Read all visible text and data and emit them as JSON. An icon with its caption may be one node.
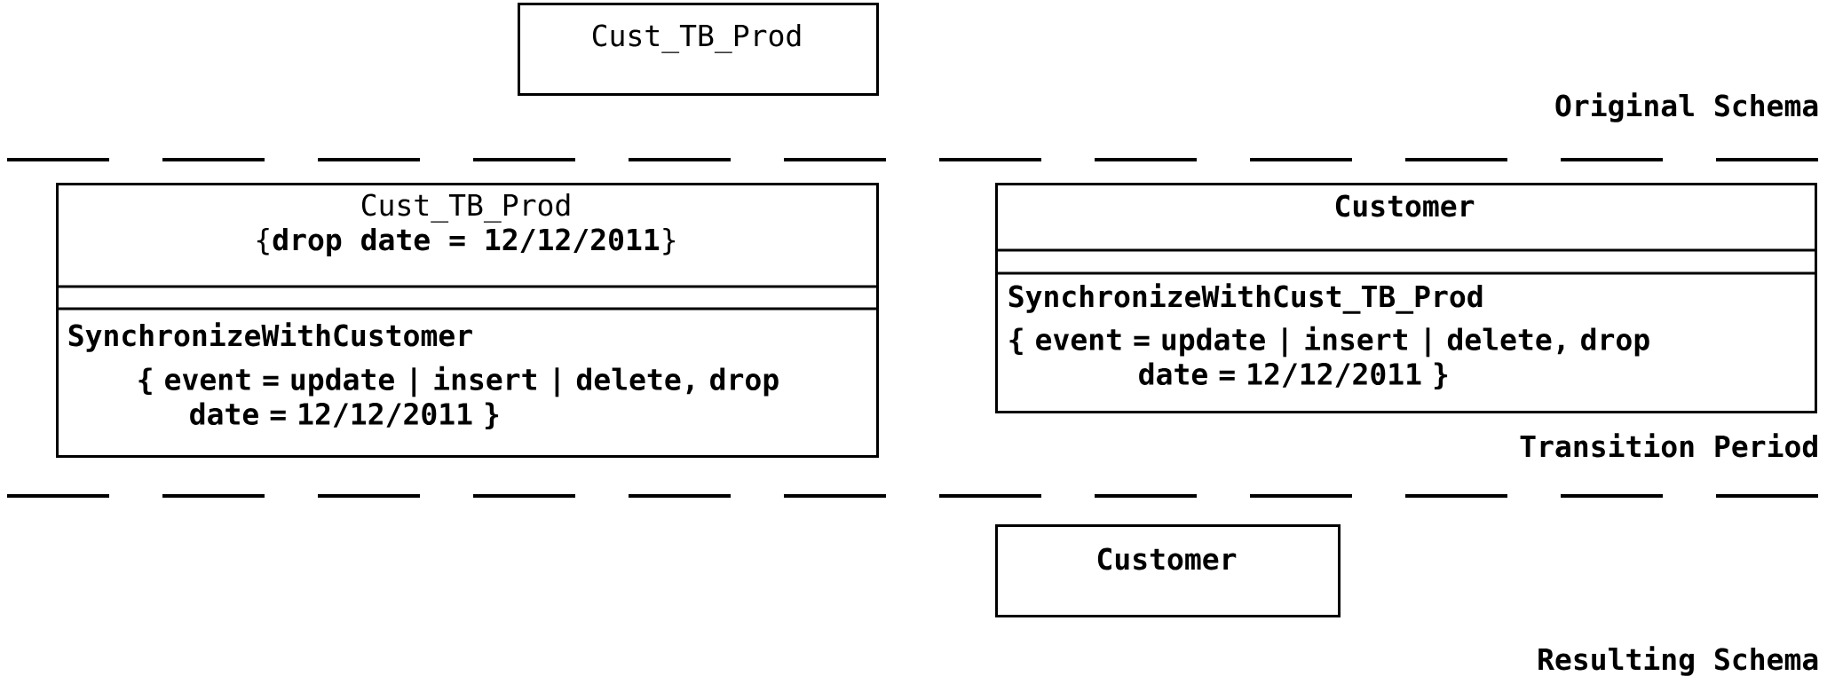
{
  "diagram": {
    "nodes": [
      {
        "text": [
          "Cust_TB_Prod"
        ]
      },
      {
        "text": [
          "Cust_TB_Prod",
          "{**drop date = 12/12/2011**}",
          "SynchronizeWithCustomer",
          "{ event = update | insert | delete, drop date = 12/12/2011 }"
        ]
      },
      {
        "text": [
          "Customer",
          "SynchronizeWithCust_TB_Prod",
          "{ event = update | insert | delete, drop date = 12/12/2011 }"
        ]
      },
      {
        "text": [
          "Customer"
        ]
      }
    ],
    "labels": [
      "Original Schema",
      "Transition Period",
      "Resulting Schema"
    ]
  }
}
